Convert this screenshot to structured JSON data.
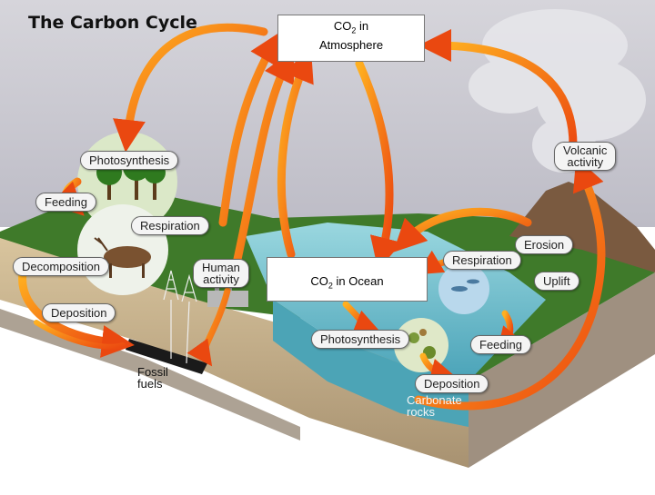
{
  "title": "The Carbon Cycle",
  "atmosphere": {
    "pre": "CO",
    "sub": "2",
    "post": " in",
    "line2": "Atmosphere"
  },
  "ocean": {
    "pre": "CO",
    "sub": "2",
    "post": " in Ocean"
  },
  "labels": {
    "photosynthesis_land": "Photosynthesis",
    "feeding_land": "Feeding",
    "respiration_land": "Respiration",
    "decomposition": "Decomposition",
    "human_activity_1": "Human",
    "human_activity_2": "activity",
    "deposition_land": "Deposition",
    "fossil_fuels_1": "Fossil",
    "fossil_fuels_2": "fuels",
    "volcanic_activity_1": "Volcanic",
    "volcanic_activity_2": "activity",
    "erosion": "Erosion",
    "respiration_ocean": "Respiration",
    "uplift": "Uplift",
    "photosynthesis_ocean": "Photosynthesis",
    "feeding_ocean": "Feeding",
    "deposition_ocean": "Deposition",
    "carbonate_rocks_1": "Carbonate",
    "carbonate_rocks_2": "rocks"
  },
  "colors": {
    "arrow": "#f05a14",
    "arrow_light": "#ffb020",
    "ocean": "#5fb8c8",
    "land": "#3f7a2a",
    "sky": "#c9c7cf"
  }
}
